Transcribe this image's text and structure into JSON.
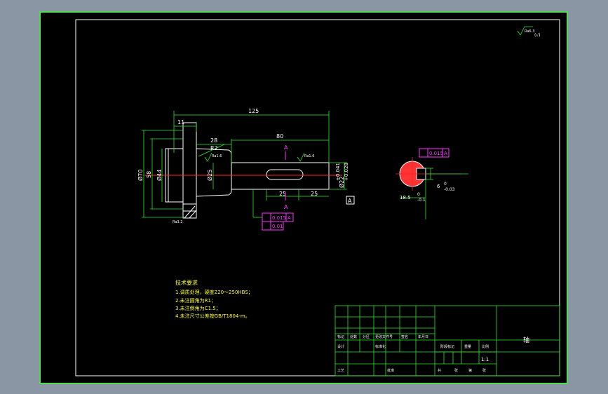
{
  "title_block": {
    "part_name": "轴",
    "scale": "1:1",
    "row_labels": [
      "标记",
      "处数",
      "分区",
      "更改文件号",
      "签名",
      "年月日"
    ],
    "row2_labels": [
      "设计",
      "标准化"
    ],
    "row4_labels": [
      "工艺",
      "批准"
    ],
    "stage_labels": [
      "阶段标记",
      "重量",
      "比例"
    ],
    "sheet_labels": [
      "共",
      "张",
      "第",
      "张"
    ]
  },
  "tech_notes": {
    "heading": "技术要求",
    "lines": [
      "1.调质处理，硬度220～250HBS；",
      "2.未注圆角为R1；",
      "3.未注倒角为C1.5；",
      "4.未注尺寸公差按GB/T1804-m。"
    ]
  },
  "dimensions": {
    "overall_length": "125",
    "flange_width": "11",
    "shoulder_len": "28",
    "right_len": "80",
    "radius": "R2",
    "dia_70": "Ø70",
    "dia_58": "58",
    "dia_44": "Ø44",
    "dia_25": "Ø25",
    "dia_22": "Ø22",
    "tol_upper": "+0.041",
    "tol_lower": "+0.028",
    "key_a": "25",
    "key_b": "25",
    "section_185": "18.5",
    "section_185_tol_u": "0",
    "section_185_tol_l": "-0.1",
    "section_6": "6",
    "section_6_tol_u": "0",
    "section_6_tol_l": "-0.03"
  },
  "gdt": {
    "runout_value": "0.015",
    "datum_a": "A",
    "flatness_value": "0.01",
    "symmetry_value": "0.015"
  },
  "labels": {
    "datum_label": "A",
    "section_a_top": "A",
    "section_a_bottom": "A",
    "roughness_1": "Ra1.6",
    "roughness_2": "Ra1.6",
    "roughness_3": "Ra3.2",
    "roughness_corner": "(√)",
    "roughness_small": "Ra6.3"
  },
  "colors": {
    "border": "#4fdc4f",
    "line": "#ffffff",
    "dim": "#2ee82e",
    "center": "#ff2222",
    "gdt": "#ff33ff",
    "note": "#ffff33"
  }
}
